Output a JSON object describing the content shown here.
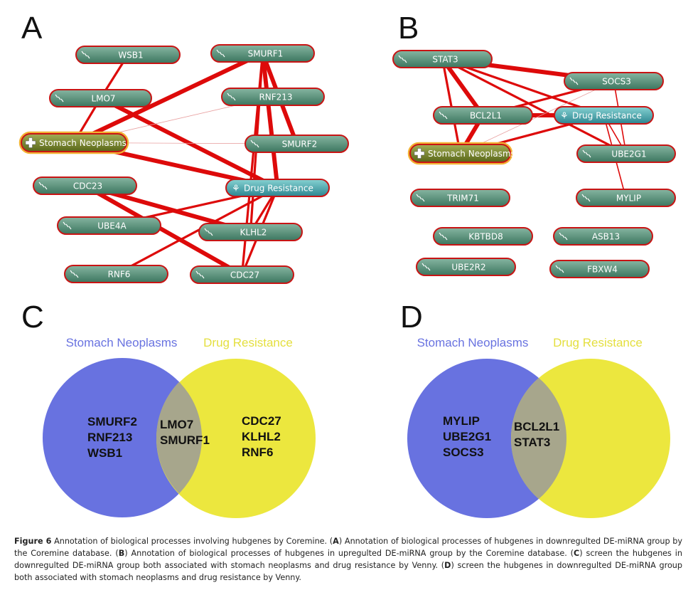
{
  "panels": {
    "A": {
      "letter": "A",
      "nodes": [
        {
          "id": "WSB1",
          "label": "WSB1",
          "type": "gene"
        },
        {
          "id": "SMURF1",
          "label": "SMURF1",
          "type": "gene"
        },
        {
          "id": "LMO7",
          "label": "LMO7",
          "type": "gene"
        },
        {
          "id": "RNF213",
          "label": "RNF213",
          "type": "gene"
        },
        {
          "id": "StomachNeoplasms",
          "label": "Stomach Neoplasms",
          "type": "disease"
        },
        {
          "id": "SMURF2",
          "label": "SMURF2",
          "type": "gene"
        },
        {
          "id": "CDC23",
          "label": "CDC23",
          "type": "gene"
        },
        {
          "id": "DrugResistance",
          "label": "Drug Resistance",
          "type": "process"
        },
        {
          "id": "UBE4A",
          "label": "UBE4A",
          "type": "gene"
        },
        {
          "id": "KLHL2",
          "label": "KLHL2",
          "type": "gene"
        },
        {
          "id": "RNF6",
          "label": "RNF6",
          "type": "gene"
        },
        {
          "id": "CDC27",
          "label": "CDC27",
          "type": "gene"
        }
      ],
      "edges": [
        {
          "from": "WSB1",
          "to": "LMO7",
          "weight": "medium"
        },
        {
          "from": "LMO7",
          "to": "StomachNeoplasms",
          "weight": "medium"
        },
        {
          "from": "LMO7",
          "to": "DrugResistance",
          "weight": "heavy"
        },
        {
          "from": "SMURF1",
          "to": "StomachNeoplasms",
          "weight": "heavy"
        },
        {
          "from": "SMURF1",
          "to": "DrugResistance",
          "weight": "heavy"
        },
        {
          "from": "SMURF1",
          "to": "KLHL2",
          "weight": "medium"
        },
        {
          "from": "SMURF1",
          "to": "SMURF2",
          "weight": "heavy"
        },
        {
          "from": "RNF213",
          "to": "StomachNeoplasms",
          "weight": "faint"
        },
        {
          "from": "SMURF2",
          "to": "StomachNeoplasms",
          "weight": "faint"
        },
        {
          "from": "StomachNeoplasms",
          "to": "DrugResistance",
          "weight": "heavy"
        },
        {
          "from": "CDC23",
          "to": "KLHL2",
          "weight": "heavy"
        },
        {
          "from": "CDC23",
          "to": "CDC27",
          "weight": "heavy"
        },
        {
          "from": "UBE4A",
          "to": "DrugResistance",
          "weight": "medium"
        },
        {
          "from": "RNF6",
          "to": "DrugResistance",
          "weight": "medium"
        },
        {
          "from": "CDC27",
          "to": "DrugResistance",
          "weight": "medium"
        },
        {
          "from": "CDC27",
          "to": "SMURF1",
          "weight": "medium"
        },
        {
          "from": "KLHL2",
          "to": "DrugResistance",
          "weight": "medium"
        }
      ]
    },
    "B": {
      "letter": "B",
      "nodes": [
        {
          "id": "STAT3",
          "label": "STAT3",
          "type": "gene"
        },
        {
          "id": "SOCS3",
          "label": "SOCS3",
          "type": "gene"
        },
        {
          "id": "BCL2L1",
          "label": "BCL2L1",
          "type": "gene"
        },
        {
          "id": "DrugResistance",
          "label": "Drug Resistance",
          "type": "process"
        },
        {
          "id": "StomachNeoplasms",
          "label": "Stomach Neoplasms",
          "type": "disease"
        },
        {
          "id": "UBE2G1",
          "label": "UBE2G1",
          "type": "gene"
        },
        {
          "id": "TRIM71",
          "label": "TRIM71",
          "type": "gene"
        },
        {
          "id": "MYLIP",
          "label": "MYLIP",
          "type": "gene"
        },
        {
          "id": "KBTBD8",
          "label": "KBTBD8",
          "type": "gene"
        },
        {
          "id": "ASB13",
          "label": "ASB13",
          "type": "gene"
        },
        {
          "id": "UBE2R2",
          "label": "UBE2R2",
          "type": "gene"
        },
        {
          "id": "FBXW4",
          "label": "FBXW4",
          "type": "gene"
        }
      ],
      "edges": [
        {
          "from": "STAT3",
          "to": "SOCS3",
          "weight": "heavy"
        },
        {
          "from": "STAT3",
          "to": "BCL2L1",
          "weight": "heavy"
        },
        {
          "from": "STAT3",
          "to": "StomachNeoplasms",
          "weight": "medium"
        },
        {
          "from": "STAT3",
          "to": "DrugResistance",
          "weight": "medium"
        },
        {
          "from": "STAT3",
          "to": "UBE2G1",
          "weight": "medium"
        },
        {
          "from": "BCL2L1",
          "to": "SOCS3",
          "weight": "medium"
        },
        {
          "from": "BCL2L1",
          "to": "DrugResistance",
          "weight": "heavy"
        },
        {
          "from": "BCL2L1",
          "to": "StomachNeoplasms",
          "weight": "heavy"
        },
        {
          "from": "StomachNeoplasms",
          "to": "DrugResistance",
          "weight": "medium"
        },
        {
          "from": "StomachNeoplasms",
          "to": "SOCS3",
          "weight": "faint"
        },
        {
          "from": "SOCS3",
          "to": "UBE2G1",
          "weight": "light"
        },
        {
          "from": "DrugResistance",
          "to": "UBE2G1",
          "weight": "light"
        },
        {
          "from": "DrugResistance",
          "to": "MYLIP",
          "weight": "light"
        }
      ]
    },
    "C": {
      "letter": "C",
      "left_title": "Stomach Neoplasms",
      "right_title": "Drug Resistance",
      "left_only": [
        "SMURF2",
        "RNF213",
        "WSB1"
      ],
      "intersection": [
        "LMO7",
        "SMURF1"
      ],
      "right_only": [
        "CDC27",
        "KLHL2",
        "RNF6"
      ]
    },
    "D": {
      "letter": "D",
      "left_title": "Stomach Neoplasms",
      "right_title": "Drug Resistance",
      "left_only": [
        "MYLIP",
        "UBE2G1",
        "SOCS3"
      ],
      "intersection": [
        "BCL2L1",
        "STAT3"
      ],
      "right_only": []
    }
  },
  "colors": {
    "edge": "#dd0a0a",
    "edge_faint": "#e8a0a0",
    "gene_fill_top": "#7fae9a",
    "gene_fill_bottom": "#3f7a64",
    "process_fill_top": "#7ccccc",
    "process_fill_bottom": "#2f8c96",
    "disease_fill_top": "#9aa64a",
    "disease_fill_bottom": "#5d6a1c",
    "disease_outer_border": "#f2b233",
    "node_border": "#c81414",
    "venn_left": "#6872e0",
    "venn_right": "#ece73e",
    "venn_overlap": "#a7a68c",
    "venn_left_title": "#6872e0",
    "venn_right_title": "#e4df3e"
  },
  "caption": {
    "label": "Figure 6",
    "intro": " Annotation of biological processes involving hubgenes by Coremine. (",
    "A": "A",
    "a_text": ") Annotation of biological processes of hubgenes in downregulted DE-miRNA group by the Coremine database. (",
    "B": "B",
    "b_text": ") Annotation of biological processes of hubgenes in upregulted DE-miRNA group by the Coremine database. (",
    "C": "C",
    "c_text": ") screen the hubgenes in downregulted DE-miRNA group both associated with stomach neoplasms and drug resistance by Venny. (",
    "D": "D",
    "d_text": ") screen the hubgenes in downregulted DE-miRNA group both associated with stomach neoplasms and drug resistance by Venny."
  }
}
